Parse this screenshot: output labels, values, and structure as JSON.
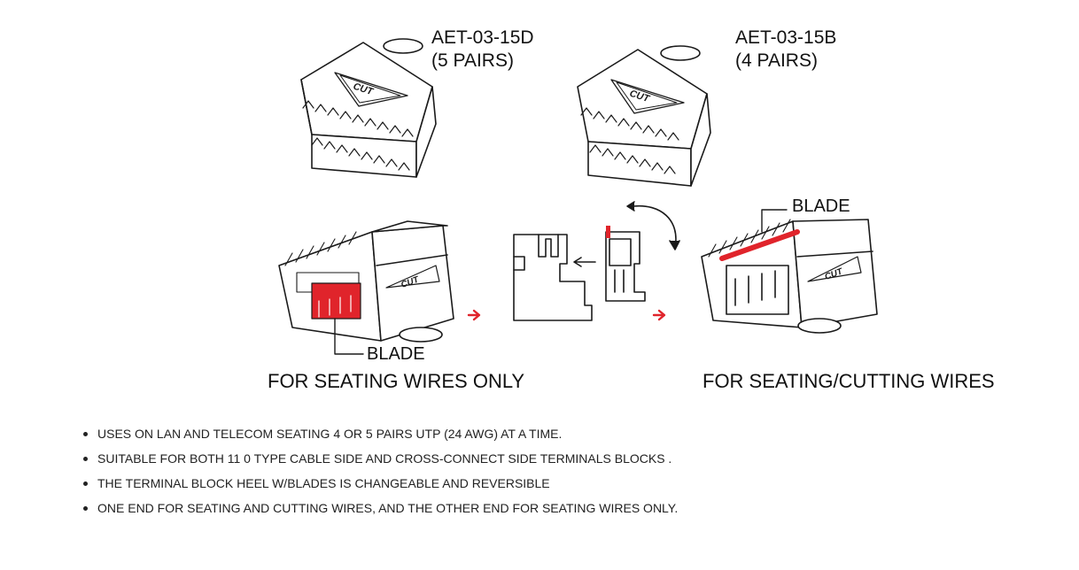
{
  "diagram": {
    "tool_left": {
      "model": "AET-03-15D",
      "pairs": "(5 PAIRS)",
      "emboss": "CUT"
    },
    "tool_right": {
      "model": "AET-03-15B",
      "pairs": "(4 PAIRS)",
      "emboss": "CUT"
    },
    "bottom_left": {
      "blade_label": "BLADE",
      "caption": "FOR SEATING WIRES ONLY",
      "emboss": "CUT"
    },
    "bottom_right": {
      "blade_label": "BLADE",
      "caption": "FOR SEATING/CUTTING WIRES",
      "emboss": "CUT"
    },
    "colors": {
      "line": "#1a1a1a",
      "fill": "#ffffff",
      "accent": "#e0242b"
    }
  },
  "features": [
    "USES ON LAN AND TELECOM SEATING 4 OR 5 PAIRS UTP (24 AWG) AT A TIME.",
    "SUITABLE FOR BOTH 11 0 TYPE CABLE SIDE AND CROSS-CONNECT SIDE TERMINALS BLOCKS .",
    "THE TERMINAL BLOCK HEEL W/BLADES IS CHANGEABLE AND REVERSIBLE",
    "ONE END FOR SEATING AND CUTTING WIRES, AND THE OTHER END FOR SEATING WIRES ONLY."
  ]
}
